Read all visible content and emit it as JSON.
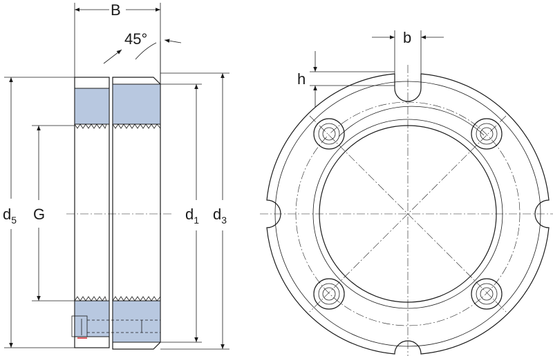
{
  "labels": {
    "B": "B",
    "angle": "45°",
    "b": "b",
    "h": "h",
    "d5_main": "d",
    "d5_sub": "5",
    "G": "G",
    "d1_main": "d",
    "d1_sub": "1",
    "d3_main": "d",
    "d3_sub": "3"
  },
  "colors": {
    "section_fill": "#b8c8e0",
    "line": "#1a1a1a",
    "accent": "#d0202a"
  }
}
